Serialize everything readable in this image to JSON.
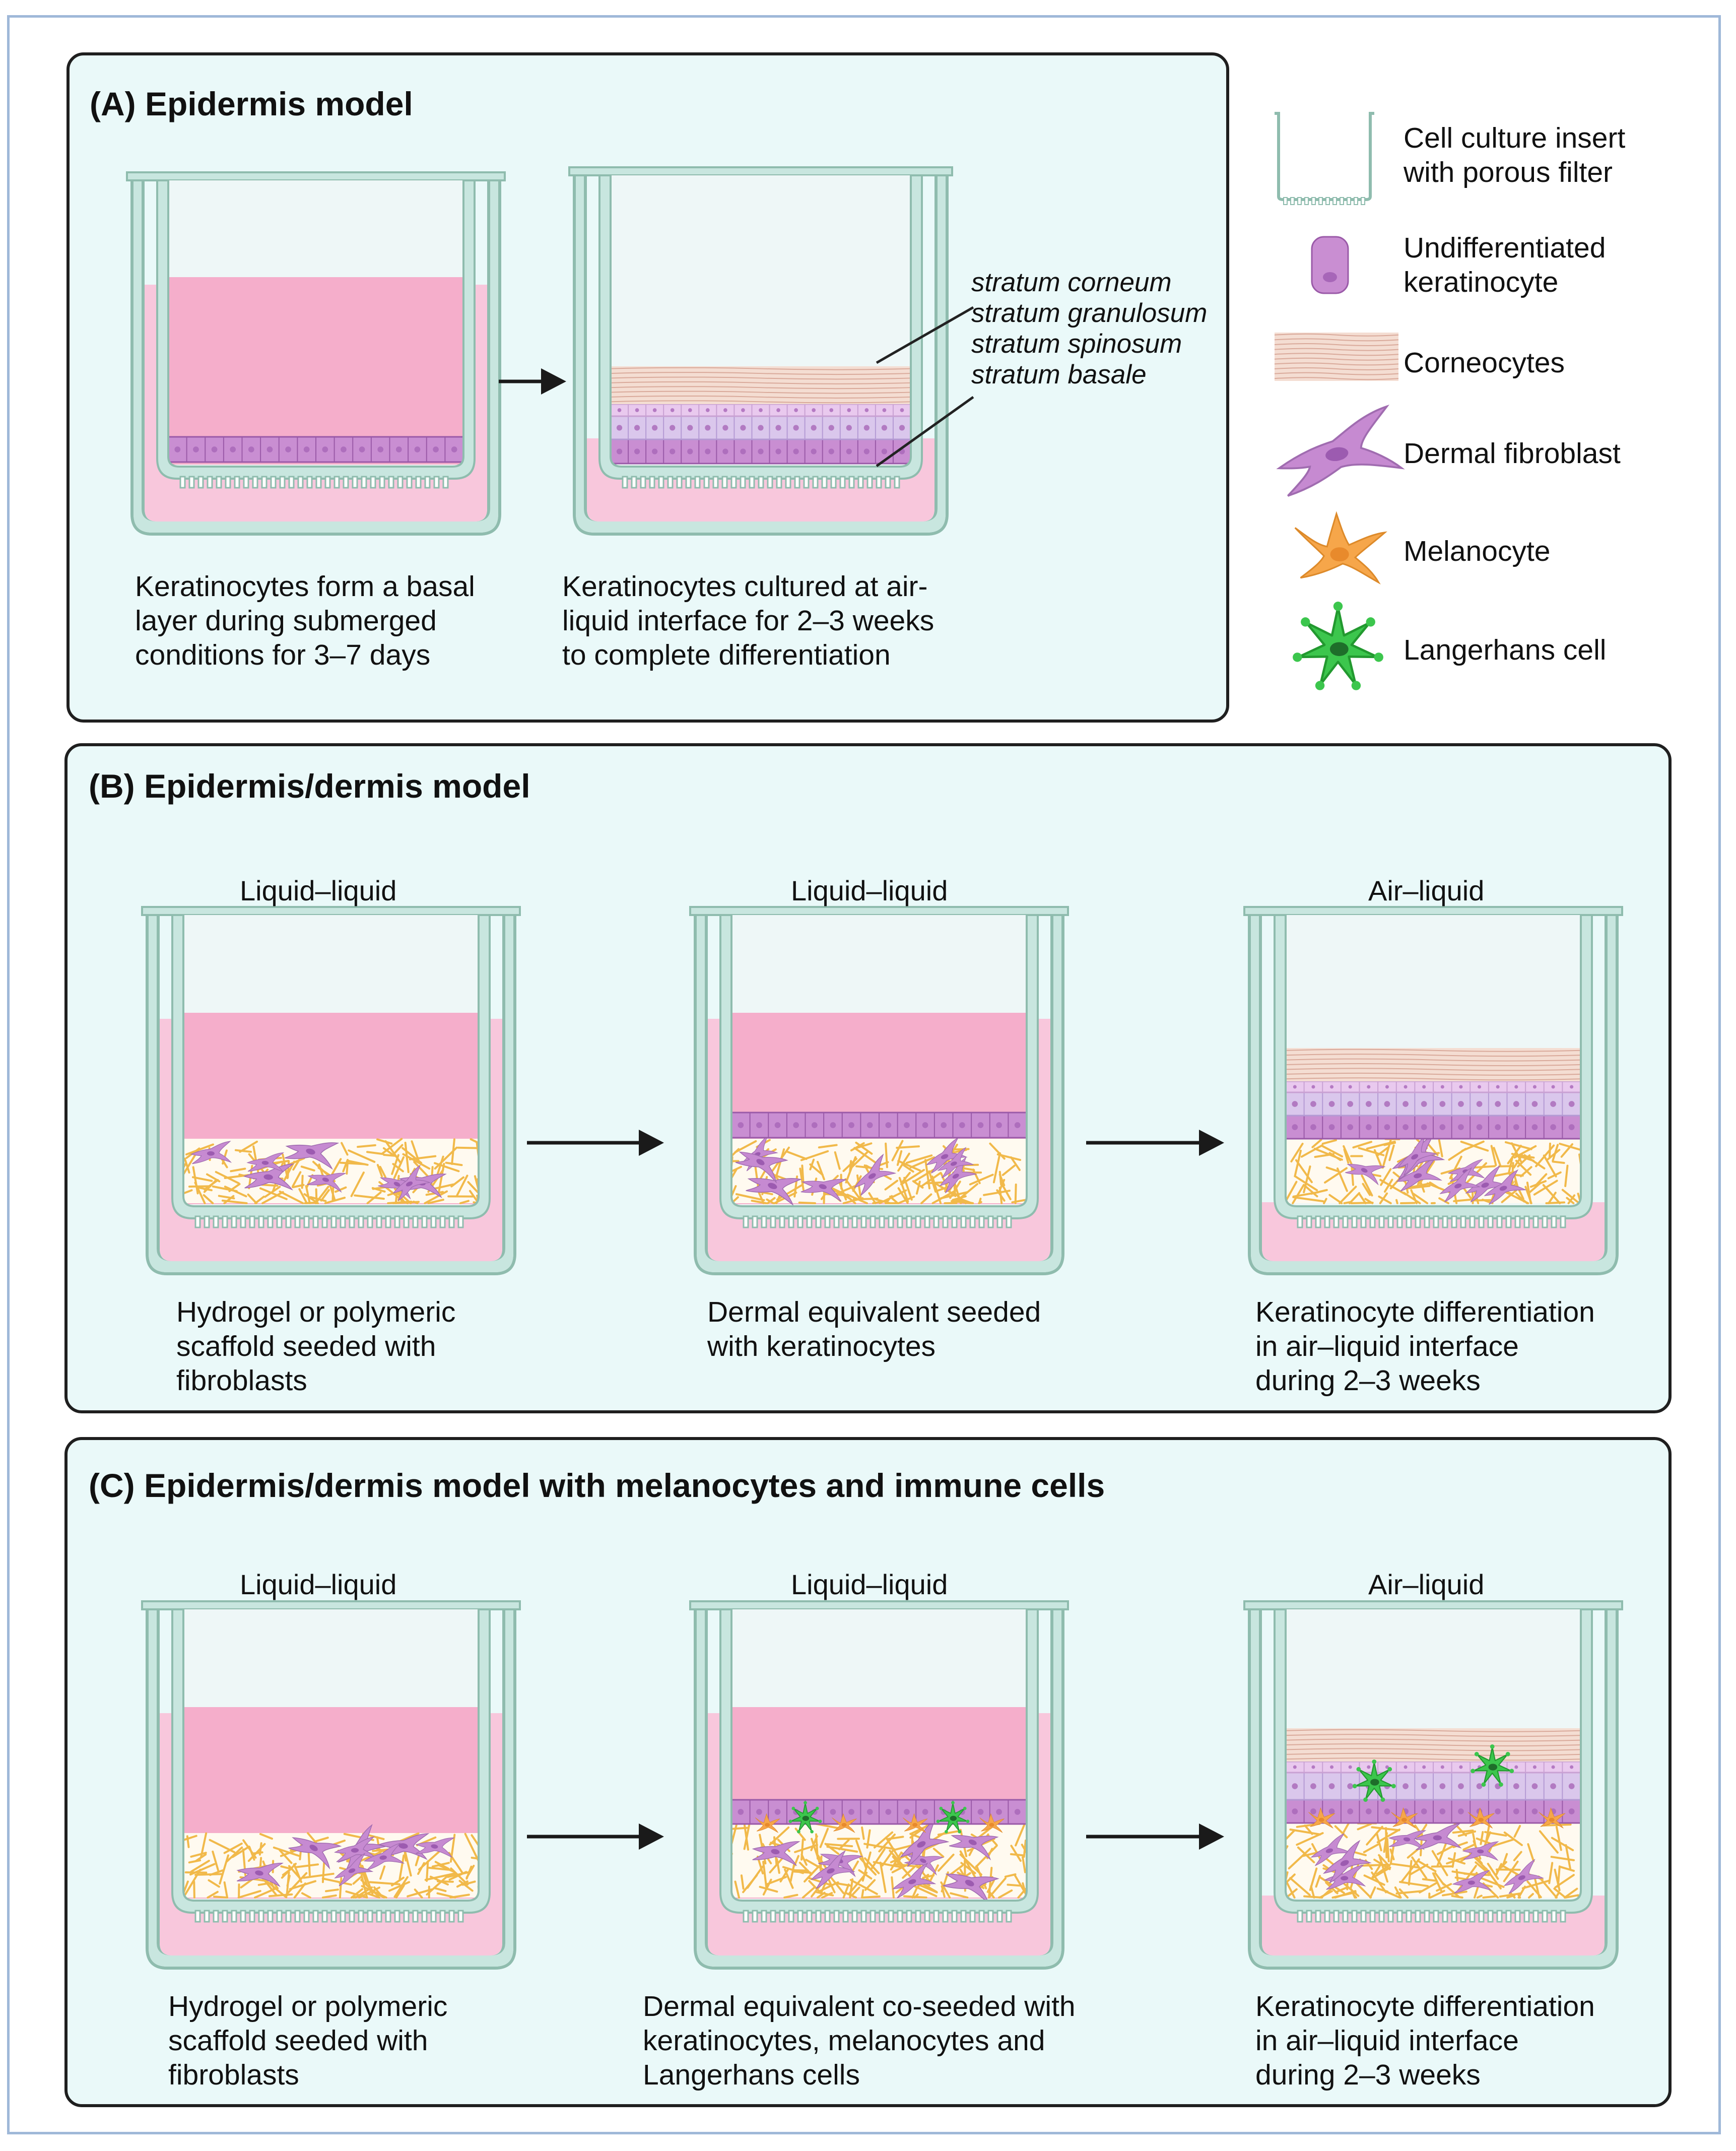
{
  "panelA": {
    "title": "(A) Epidermis model",
    "caption1": [
      "Keratinocytes form a basal",
      "layer during submerged",
      "conditions for 3–7 days"
    ],
    "caption2": [
      "Keratinocytes cultured at air-",
      "liquid interface for 2–3 weeks",
      "to complete differentiation"
    ],
    "strata": [
      "stratum corneum",
      "stratum granulosum",
      "stratum spinosum",
      "stratum basale"
    ]
  },
  "legend": {
    "items": [
      {
        "label": [
          "Cell culture insert",
          "with porous filter"
        ],
        "icon": "culture-insert-icon"
      },
      {
        "label": [
          "Undifferentiated",
          "keratinocyte"
        ],
        "icon": "keratinocyte-icon"
      },
      {
        "label": [
          "Corneocytes"
        ],
        "icon": "corneocytes-icon"
      },
      {
        "label": [
          "Dermal fibroblast"
        ],
        "icon": "fibroblast-icon"
      },
      {
        "label": [
          "Melanocyte"
        ],
        "icon": "melanocyte-icon"
      },
      {
        "label": [
          "Langerhans cell"
        ],
        "icon": "langerhans-cell-icon"
      }
    ]
  },
  "panelB": {
    "title": "(B) Epidermis/dermis model",
    "stages": [
      {
        "label": "Liquid–liquid",
        "caption": [
          "Hydrogel or polymeric",
          "scaffold seeded with",
          "fibroblasts"
        ]
      },
      {
        "label": "Liquid–liquid",
        "caption": [
          "Dermal equivalent seeded",
          "with  keratinocytes"
        ]
      },
      {
        "label": "Air–liquid",
        "caption": [
          "Keratinocyte differentiation",
          "in air–liquid interface",
          "during 2–3 weeks"
        ]
      }
    ]
  },
  "panelC": {
    "title": "(C) Epidermis/dermis model with melanocytes and immune cells",
    "stages": [
      {
        "label": "Liquid–liquid",
        "caption": [
          "Hydrogel or polymeric",
          "scaffold seeded with",
          "fibroblasts"
        ]
      },
      {
        "label": "Liquid–liquid",
        "caption": [
          "Dermal equivalent co-seeded with",
          "keratinocytes, melanocytes and",
          "Langerhans cells"
        ]
      },
      {
        "label": "Air–liquid",
        "caption": [
          "Keratinocyte differentiation",
          "in air–liquid interface",
          "during 2–3 weeks"
        ]
      }
    ]
  },
  "colors": {
    "medium": "#f8c7dc",
    "mediumDark": "#f5aecb",
    "insertWall": "#c8e6df",
    "insertStroke": "#8fbcae",
    "keratinocyte": "#c98ed2",
    "spinosum": "#dac7ec",
    "corneocyte": "#f4ddd2",
    "scaffold": "#f1b94a",
    "fibroblast": "#c68ad1",
    "melanocyte": "#f6a64a",
    "langerhans": "#3cc64d"
  }
}
